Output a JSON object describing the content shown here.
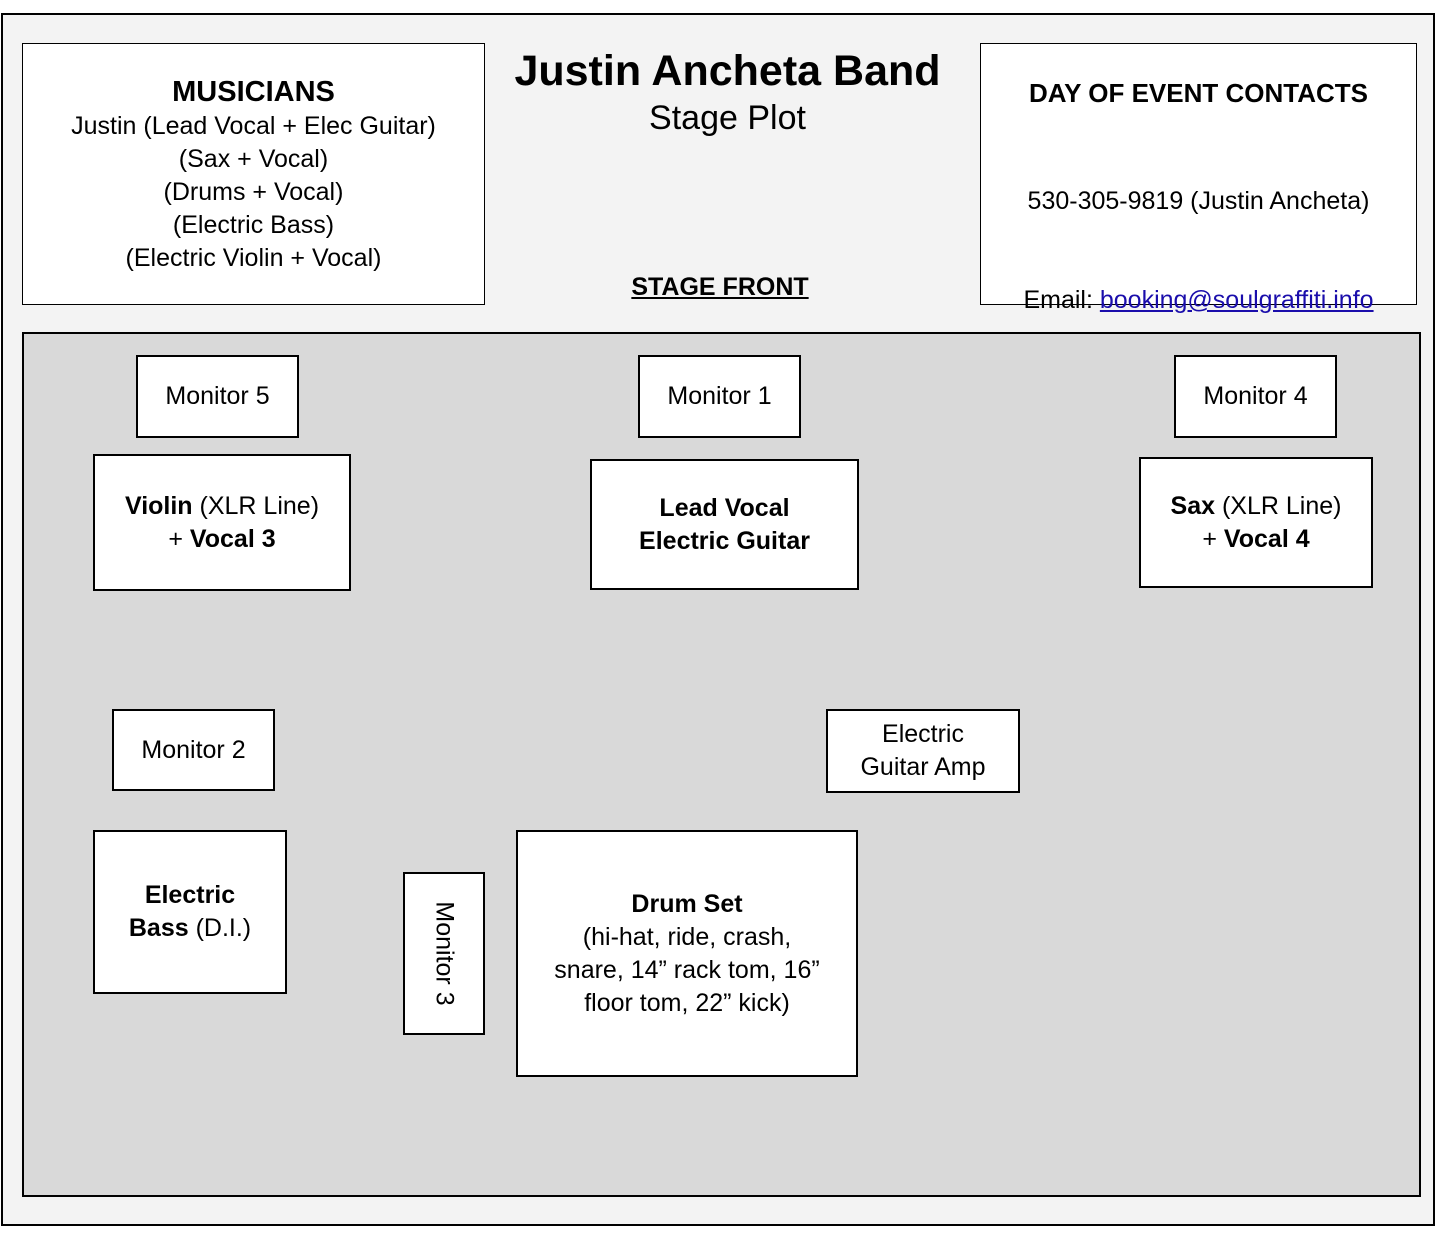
{
  "header": {
    "band_name": "Justin Ancheta Band",
    "subtitle": "Stage Plot",
    "stage_front": "STAGE FRONT"
  },
  "musicians": {
    "heading": "MUSICIANS",
    "lines": [
      "Justin (Lead Vocal + Elec Guitar)",
      "(Sax + Vocal)",
      "(Drums + Vocal)",
      "(Electric Bass)",
      "(Electric Violin + Vocal)"
    ]
  },
  "contacts": {
    "heading": "DAY OF EVENT CONTACTS",
    "phone": "530-305-9819 (Justin Ancheta)",
    "email_label": "Email:",
    "email": "booking@soulgraffiti.info"
  },
  "stage": {
    "monitor_1": "Monitor 1",
    "monitor_2": "Monitor 2",
    "monitor_3": "Monitor 3",
    "monitor_4": "Monitor 4",
    "monitor_5": "Monitor 5",
    "violin": {
      "bold1": "Violin",
      "rest1": " (XLR Line)",
      "prefix2": "+ ",
      "bold2": "Vocal 3"
    },
    "sax": {
      "bold1": "Sax",
      "rest1": " (XLR Line)",
      "prefix2": "+ ",
      "bold2": "Vocal 4"
    },
    "lead": {
      "line1": "Lead Vocal",
      "line2": "Electric Guitar"
    },
    "guitar_amp": {
      "line1": "Electric",
      "line2": "Guitar Amp"
    },
    "bass": {
      "bold1": "Electric",
      "bold2": "Bass",
      "rest2": " (D.I.)"
    },
    "drums": {
      "heading": "Drum Set",
      "lines": [
        "(hi-hat, ride, crash,",
        "snare, 14” rack tom, 16”",
        "floor tom, 22” kick)"
      ]
    }
  }
}
